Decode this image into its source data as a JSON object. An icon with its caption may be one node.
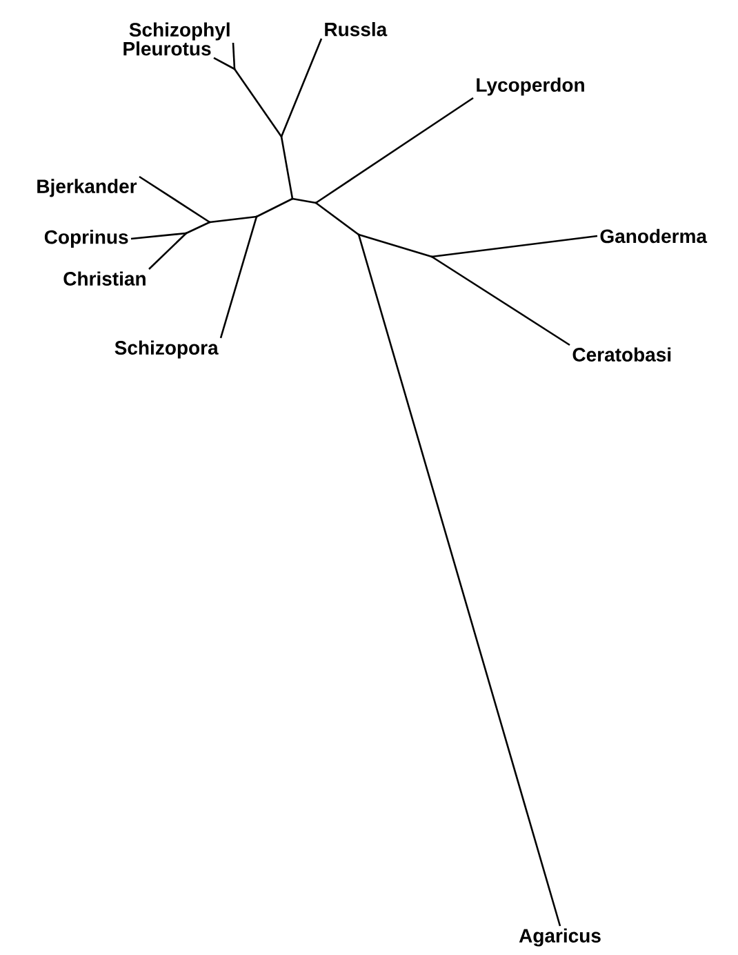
{
  "diagram": {
    "nodes": [
      {
        "text": [
          "Schizophyl"
        ]
      },
      {
        "text": [
          "Pleurotus"
        ]
      },
      {
        "text": [
          "Russla"
        ]
      },
      {
        "text": [
          "Lycoperdon"
        ]
      },
      {
        "text": [
          "Bjerkander"
        ]
      },
      {
        "text": [
          "Coprinus"
        ]
      },
      {
        "text": [
          "Christian"
        ]
      },
      {
        "text": [
          "Ganoderma"
        ]
      },
      {
        "text": [
          "Schizopora"
        ]
      },
      {
        "text": [
          "Ceratobasi"
        ]
      },
      {
        "text": [
          "Agaricus"
        ]
      },
      {
        "text": [],
        "shape": "point"
      },
      {
        "text": [],
        "shape": "point"
      },
      {
        "text": [],
        "shape": "point"
      },
      {
        "text": [],
        "shape": "point"
      },
      {
        "text": [],
        "shape": "point"
      },
      {
        "text": [],
        "shape": "point"
      },
      {
        "text": [],
        "shape": "point"
      },
      {
        "text": [],
        "shape": "point"
      },
      {
        "text": [],
        "shape": "point"
      }
    ],
    "edges": [
      {
        "from": 11,
        "to": 0,
        "arrow": "none"
      },
      {
        "from": 11,
        "to": 1,
        "arrow": "none"
      },
      {
        "from": 12,
        "to": 11,
        "arrow": "none"
      },
      {
        "from": 12,
        "to": 2,
        "arrow": "none"
      },
      {
        "from": 13,
        "to": 12,
        "arrow": "none"
      },
      {
        "from": 13,
        "to": 14,
        "arrow": "none"
      },
      {
        "from": 14,
        "to": 15,
        "arrow": "none"
      },
      {
        "from": 14,
        "to": 8,
        "arrow": "none"
      },
      {
        "from": 15,
        "to": 4,
        "arrow": "none"
      },
      {
        "from": 15,
        "to": 16,
        "arrow": "none"
      },
      {
        "from": 16,
        "to": 5,
        "arrow": "none"
      },
      {
        "from": 16,
        "to": 6,
        "arrow": "none"
      },
      {
        "from": 13,
        "to": 17,
        "arrow": "none"
      },
      {
        "from": 17,
        "to": 3,
        "arrow": "none"
      },
      {
        "from": 17,
        "to": 18,
        "arrow": "none"
      },
      {
        "from": 18,
        "to": 10,
        "arrow": "none"
      },
      {
        "from": 18,
        "to": 19,
        "arrow": "none"
      },
      {
        "from": 19,
        "to": 7,
        "arrow": "none"
      },
      {
        "from": 19,
        "to": 9,
        "arrow": "none"
      }
    ]
  }
}
